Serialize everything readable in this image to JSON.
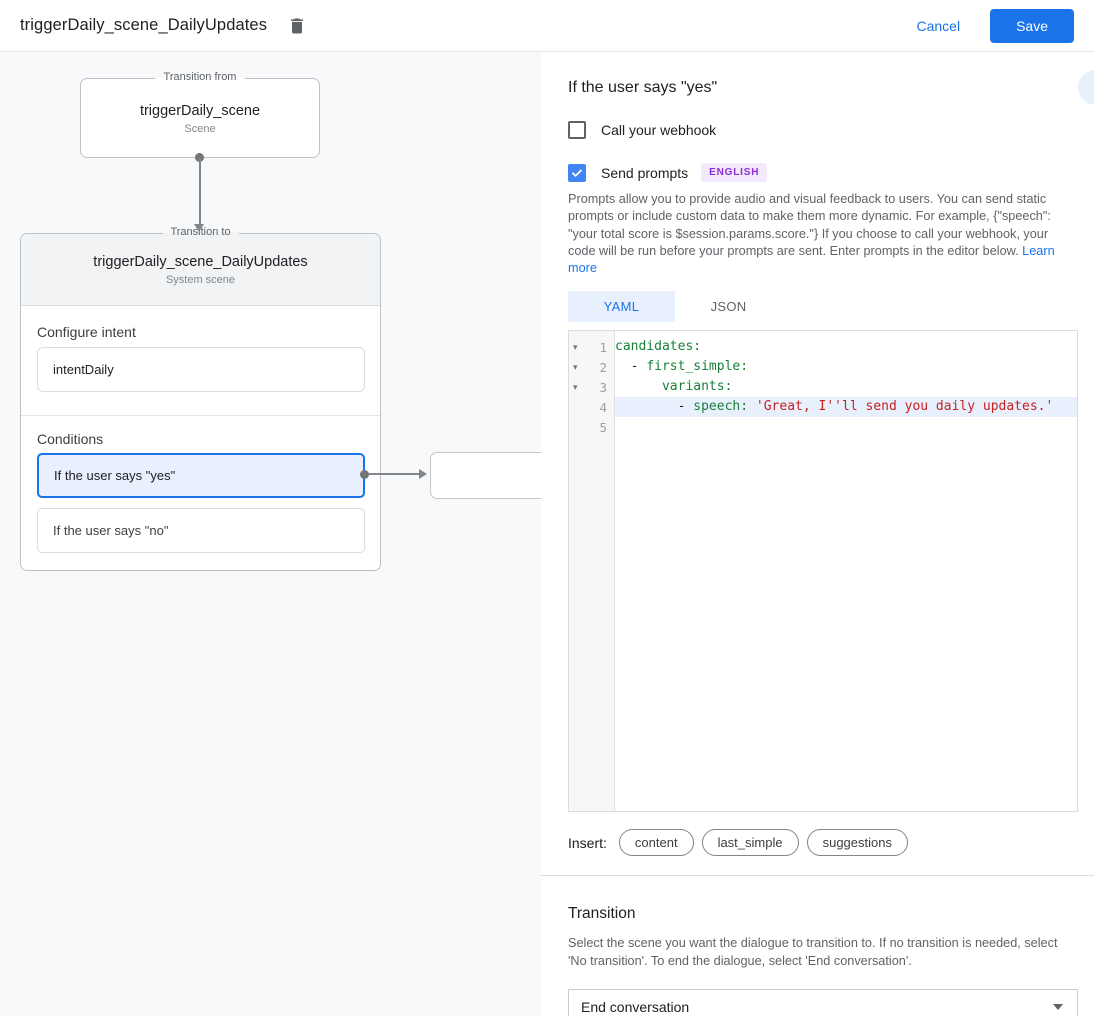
{
  "colors": {
    "accent_blue": "#1a73e8",
    "light_blue": "#e8f0fe",
    "checkbox_checked": "#4285f4",
    "badge_purple_bg": "#f4e8fd",
    "badge_purple_text": "#8a30ce",
    "code_key_green": "#188038",
    "code_string_red": "#c5221f",
    "canvas_bg": "#f8f9fa",
    "card_header_bg": "#f1f3f4"
  },
  "topbar": {
    "title": "triggerDaily_scene_DailyUpdates",
    "cancel_label": "Cancel",
    "save_label": "Save"
  },
  "diagram": {
    "from_box": {
      "legend": "Transition from",
      "title": "triggerDaily_scene",
      "subtitle": "Scene"
    },
    "to_box": {
      "legend": "Transition to",
      "title": "triggerDaily_scene_DailyUpdates",
      "subtitle": "System scene",
      "configure_intent_label": "Configure intent",
      "intent_value": "intentDaily",
      "conditions_label": "Conditions",
      "conditions": [
        {
          "label": "If the user says \"yes\"",
          "selected": true
        },
        {
          "label": "If the user says \"no\"",
          "selected": false
        }
      ]
    }
  },
  "detail": {
    "heading": "If the user says \"yes\"",
    "webhook_label": "Call your webhook",
    "send_prompts_label": "Send prompts",
    "language_badge": "ENGLISH",
    "description": "Prompts allow you to provide audio and visual feedback to users. You can send static prompts or include custom data to make them more dynamic. For example, {\"speech\": \"your total score is $session.params.score.\"} If you choose to call your webhook, your code will be run before your prompts are sent. Enter prompts in the editor below. ",
    "learn_more_label": "Learn more",
    "tabs": [
      {
        "label": "YAML",
        "selected": true
      },
      {
        "label": "JSON",
        "selected": false
      }
    ],
    "editor": {
      "lines": [
        {
          "num": "1",
          "fold": true,
          "active": false,
          "segments": [
            {
              "text": "candidates:",
              "type": "key"
            }
          ]
        },
        {
          "num": "2",
          "fold": true,
          "active": false,
          "segments": [
            {
              "text": "  - ",
              "type": "plain"
            },
            {
              "text": "first_simple:",
              "type": "key"
            }
          ]
        },
        {
          "num": "3",
          "fold": true,
          "active": false,
          "segments": [
            {
              "text": "      ",
              "type": "plain"
            },
            {
              "text": "variants:",
              "type": "key"
            }
          ]
        },
        {
          "num": "4",
          "fold": false,
          "active": true,
          "segments": [
            {
              "text": "        - ",
              "type": "plain"
            },
            {
              "text": "speech:",
              "type": "key"
            },
            {
              "text": " ",
              "type": "plain"
            },
            {
              "text": "'Great, I''ll send you daily updates.'",
              "type": "string"
            }
          ]
        },
        {
          "num": "5",
          "fold": false,
          "active": false,
          "segments": []
        }
      ]
    },
    "insert_label": "Insert:",
    "insert_chips": [
      "content",
      "last_simple",
      "suggestions"
    ],
    "transition": {
      "heading": "Transition",
      "description": "Select the scene you want the dialogue to transition to. If no transition is needed, select 'No transition'. To end the dialogue, select 'End conversation'.",
      "dropdown_value": "End conversation"
    }
  }
}
